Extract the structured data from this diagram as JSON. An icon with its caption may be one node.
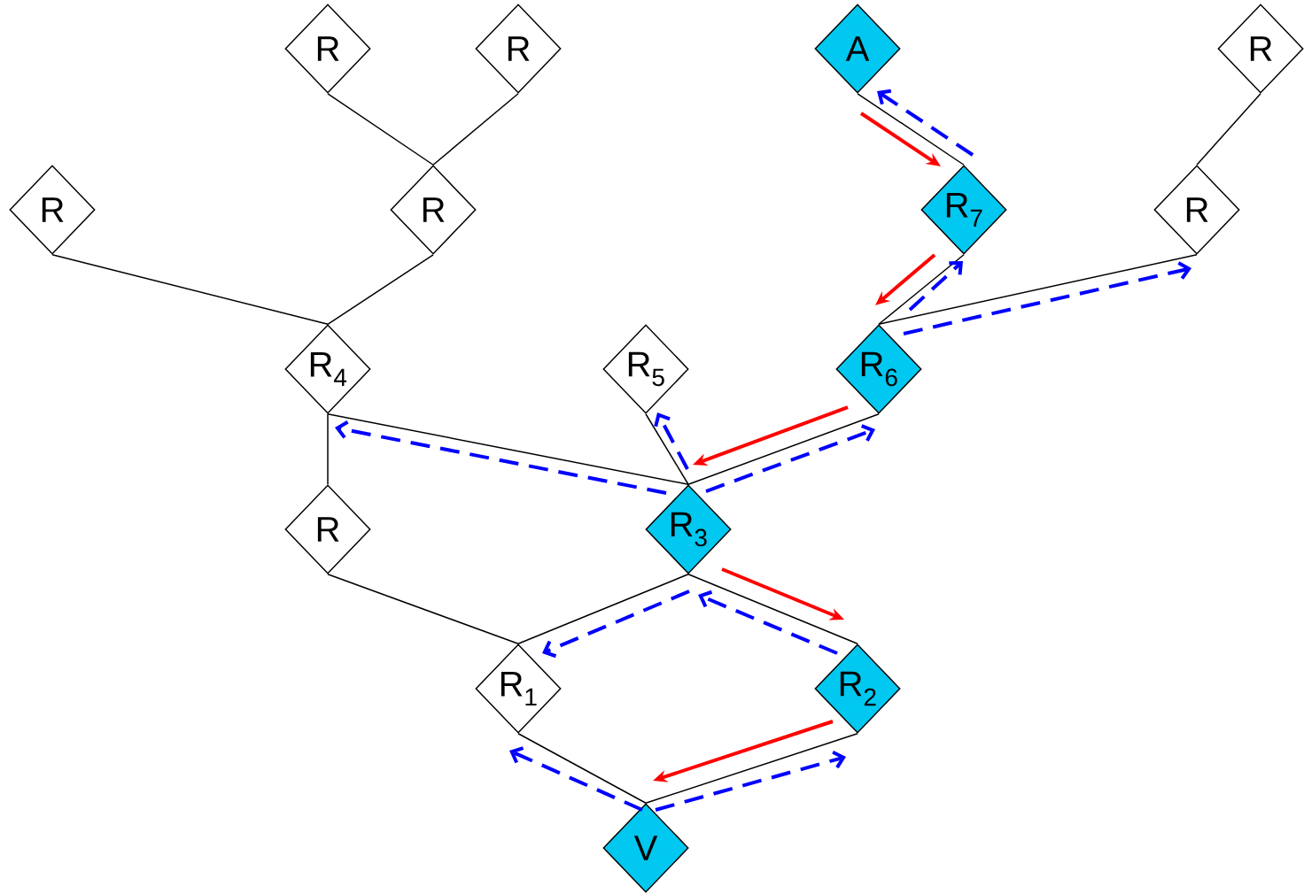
{
  "diagram": {
    "nodes": [
      {
        "text": [
          "R"
        ]
      },
      {
        "text": [
          "R"
        ]
      },
      {
        "text": [
          "A"
        ]
      },
      {
        "text": [
          "R"
        ]
      },
      {
        "text": [
          "R"
        ]
      },
      {
        "text": [
          "R"
        ]
      },
      {
        "text": [
          "R$_{7}$"
        ]
      },
      {
        "text": [
          "R"
        ]
      },
      {
        "text": [
          "R$_{4}$"
        ]
      },
      {
        "text": [
          "R$_{5}$"
        ]
      },
      {
        "text": [
          "R$_{6}$"
        ]
      },
      {
        "text": [
          "R"
        ]
      },
      {
        "text": [
          "R$_{3}$"
        ]
      },
      {
        "text": [
          "R$_{1}$"
        ]
      },
      {
        "text": [
          "R$_{2}$"
        ]
      },
      {
        "text": [
          "V"
        ]
      }
    ],
    "edges": [
      {
        "from": 0,
        "to": 5,
        "arrow": "none"
      },
      {
        "from": 1,
        "to": 5,
        "arrow": "none"
      },
      {
        "from": 4,
        "to": 8,
        "arrow": "none"
      },
      {
        "from": 5,
        "to": 8,
        "arrow": "none"
      },
      {
        "from": 2,
        "to": 6,
        "arrow": "none"
      },
      {
        "from": 3,
        "to": 7,
        "arrow": "none"
      },
      {
        "from": 6,
        "to": 10,
        "arrow": "none"
      },
      {
        "from": 7,
        "to": 10,
        "arrow": "none"
      },
      {
        "from": 8,
        "to": 12,
        "arrow": "none"
      },
      {
        "from": 8,
        "to": 11,
        "arrow": "none"
      },
      {
        "from": 9,
        "to": 12,
        "arrow": "none"
      },
      {
        "from": 10,
        "to": 12,
        "arrow": "none"
      },
      {
        "from": 11,
        "to": 13,
        "arrow": "none"
      },
      {
        "from": 12,
        "to": 13,
        "arrow": "none"
      },
      {
        "from": 12,
        "to": 14,
        "arrow": "none"
      },
      {
        "from": 13,
        "to": 15,
        "arrow": "none"
      },
      {
        "from": 14,
        "to": 15,
        "arrow": "none"
      }
    ]
  }
}
